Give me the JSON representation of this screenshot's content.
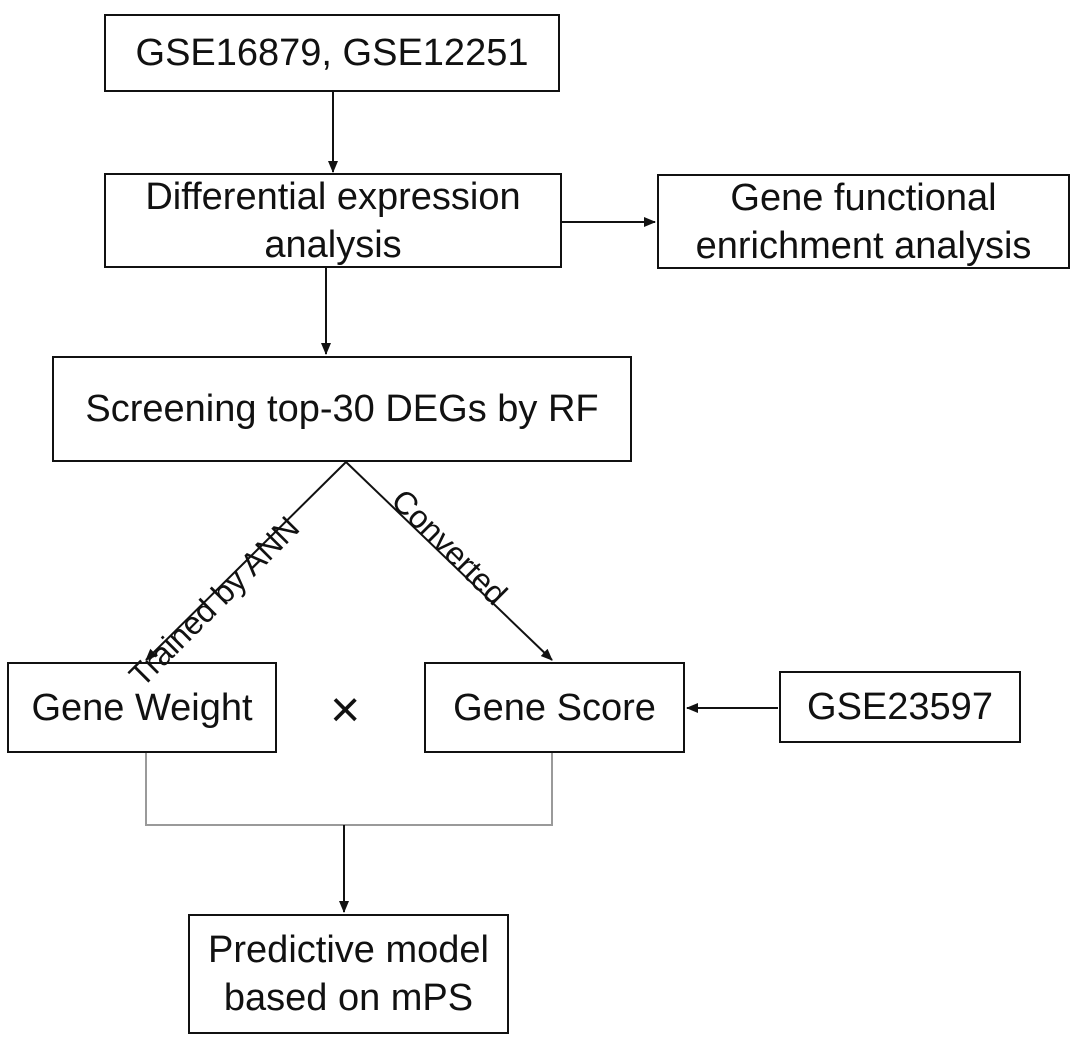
{
  "nodes": {
    "datasets": {
      "lines": [
        "GSE16879, GSE12251"
      ]
    },
    "diff_expression": {
      "lines": [
        "Differential expression",
        "analysis"
      ]
    },
    "enrichment": {
      "lines": [
        "Gene functional",
        "enrichment analysis"
      ]
    },
    "screening": {
      "lines": [
        "Screening top-30 DEGs by RF"
      ]
    },
    "gene_weight": {
      "lines": [
        "Gene Weight"
      ]
    },
    "gene_score": {
      "lines": [
        "Gene Score"
      ]
    },
    "validation": {
      "lines": [
        "GSE23597"
      ]
    },
    "model": {
      "lines": [
        "Predictive model",
        "based on mPS"
      ]
    }
  },
  "edge_labels": {
    "trained": "Trained by ANN",
    "converted": "Converted"
  },
  "operator": "×",
  "colors": {
    "line": "#111111",
    "merge_line": "#9a9a9a"
  }
}
